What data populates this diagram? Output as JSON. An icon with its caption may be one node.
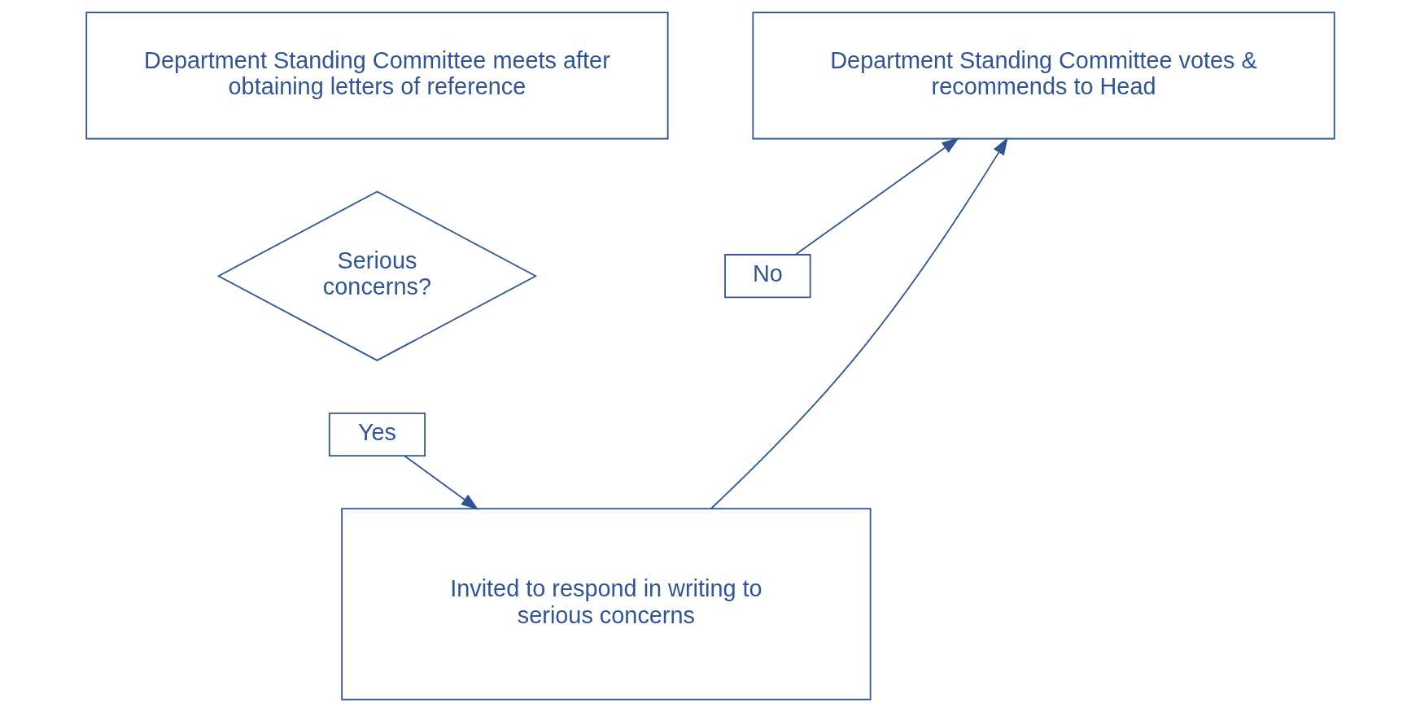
{
  "diagram": {
    "nodes": [
      {
        "text": [
          "Department Standing Committee meets after obtaining letters of reference"
        ]
      },
      {
        "text": [
          "Department Standing Committee votes & recommends to Head"
        ]
      },
      {
        "text": [
          "Serious concerns?"
        ]
      },
      {
        "text": [
          "No"
        ]
      },
      {
        "text": [
          "Yes"
        ]
      },
      {
        "text": [
          "Invited to respond in writing to serious concerns"
        ]
      }
    ],
    "edges": [
      {
        "from": 3,
        "to": 1,
        "arrow": "to"
      },
      {
        "from": 4,
        "to": 5,
        "arrow": "to"
      },
      {
        "from": 5,
        "to": 1,
        "arrow": "to"
      }
    ]
  }
}
